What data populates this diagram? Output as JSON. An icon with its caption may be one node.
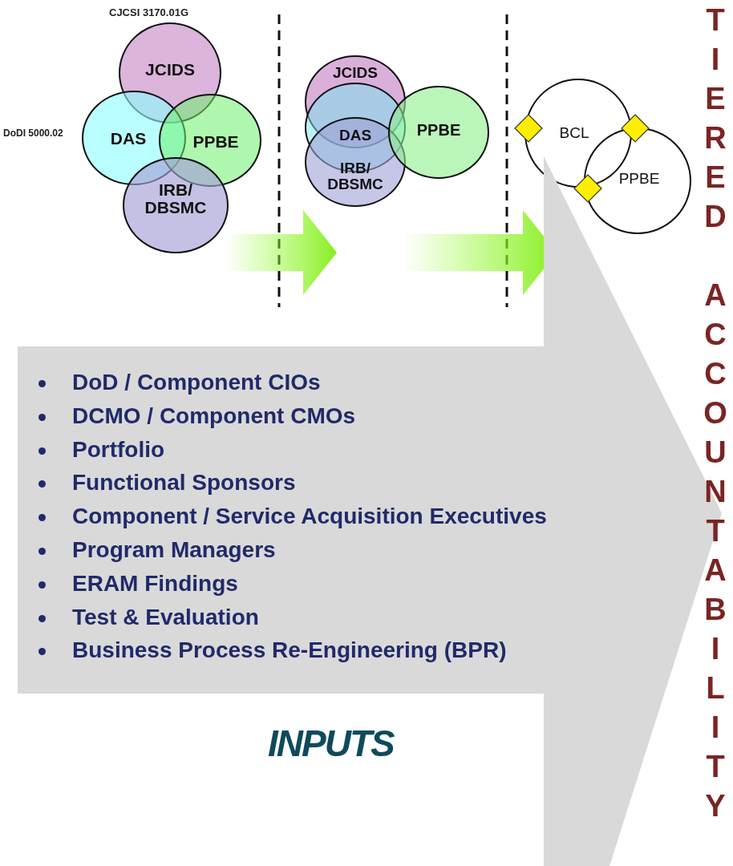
{
  "diagram": {
    "nodes": [
      {
        "text": [
          "JCIDS"
        ]
      },
      {
        "text": [
          "DAS"
        ]
      },
      {
        "text": [
          "PPBE"
        ]
      },
      {
        "text": [
          "IRB/ DBSMC"
        ]
      },
      {
        "text": [
          "JCIDS"
        ]
      },
      {
        "text": [
          "DAS"
        ]
      },
      {
        "text": [
          "IRB/ DBSMC"
        ]
      },
      {
        "text": [
          "PPBE"
        ]
      },
      {
        "text": [
          "BCL"
        ]
      },
      {
        "text": [
          "PPBE"
        ]
      },
      {
        "text": [],
        "shape": "diamond"
      },
      {
        "text": [],
        "shape": "diamond"
      },
      {
        "text": [],
        "shape": "diamond"
      },
      {
        "text": [
          "DoD / Component CIOs",
          "DCMO / Component CMOs",
          "Portfolio",
          "Functional Sponsors",
          "Component / Service Acquisition Executives",
          "Program Managers",
          "ERAM Findings",
          "Test & Evaluation",
          "Business Process Re-Engineering (BPR)",
          "INPUTS"
        ]
      }
    ],
    "edges": [
      {
        "from": 3,
        "to": 6,
        "arrow": "to"
      },
      {
        "from": 6,
        "to": 8,
        "arrow": "to"
      }
    ],
    "labels": [
      "CJCSI 3170.01G",
      "DoDI 5000.02",
      "TIERED ACCOUNTABILITY"
    ]
  }
}
